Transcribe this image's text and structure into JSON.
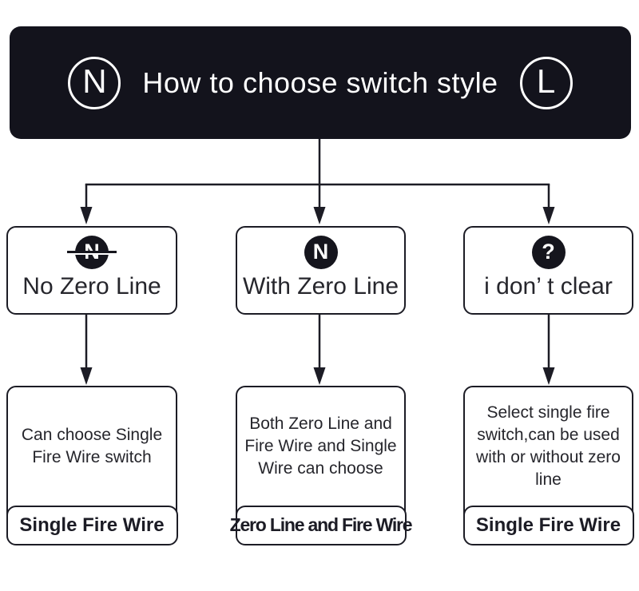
{
  "header": {
    "left_badge": "N",
    "title": "How to choose switch style",
    "right_badge": "L"
  },
  "branches": [
    {
      "icon": "n-strikethrough-icon",
      "icon_letter": "N",
      "condition": "No Zero Line",
      "description": "Can choose Single Fire Wire switch",
      "result": "Single Fire Wire"
    },
    {
      "icon": "n-circle-icon",
      "icon_letter": "N",
      "condition": "With Zero Line",
      "description": "Both Zero Line and Fire Wire and Single Wire can choose",
      "result": "Zero Line and Fire Wire"
    },
    {
      "icon": "question-circle-icon",
      "icon_letter": "?",
      "condition": "i don’ t clear",
      "description": "Select single fire switch,can be used with or without zero line",
      "result": "Single Fire Wire"
    }
  ],
  "colors": {
    "banner_bg": "#13131c",
    "banner_text": "#ffffff",
    "line": "#1c1c25",
    "text": "#26262c"
  }
}
